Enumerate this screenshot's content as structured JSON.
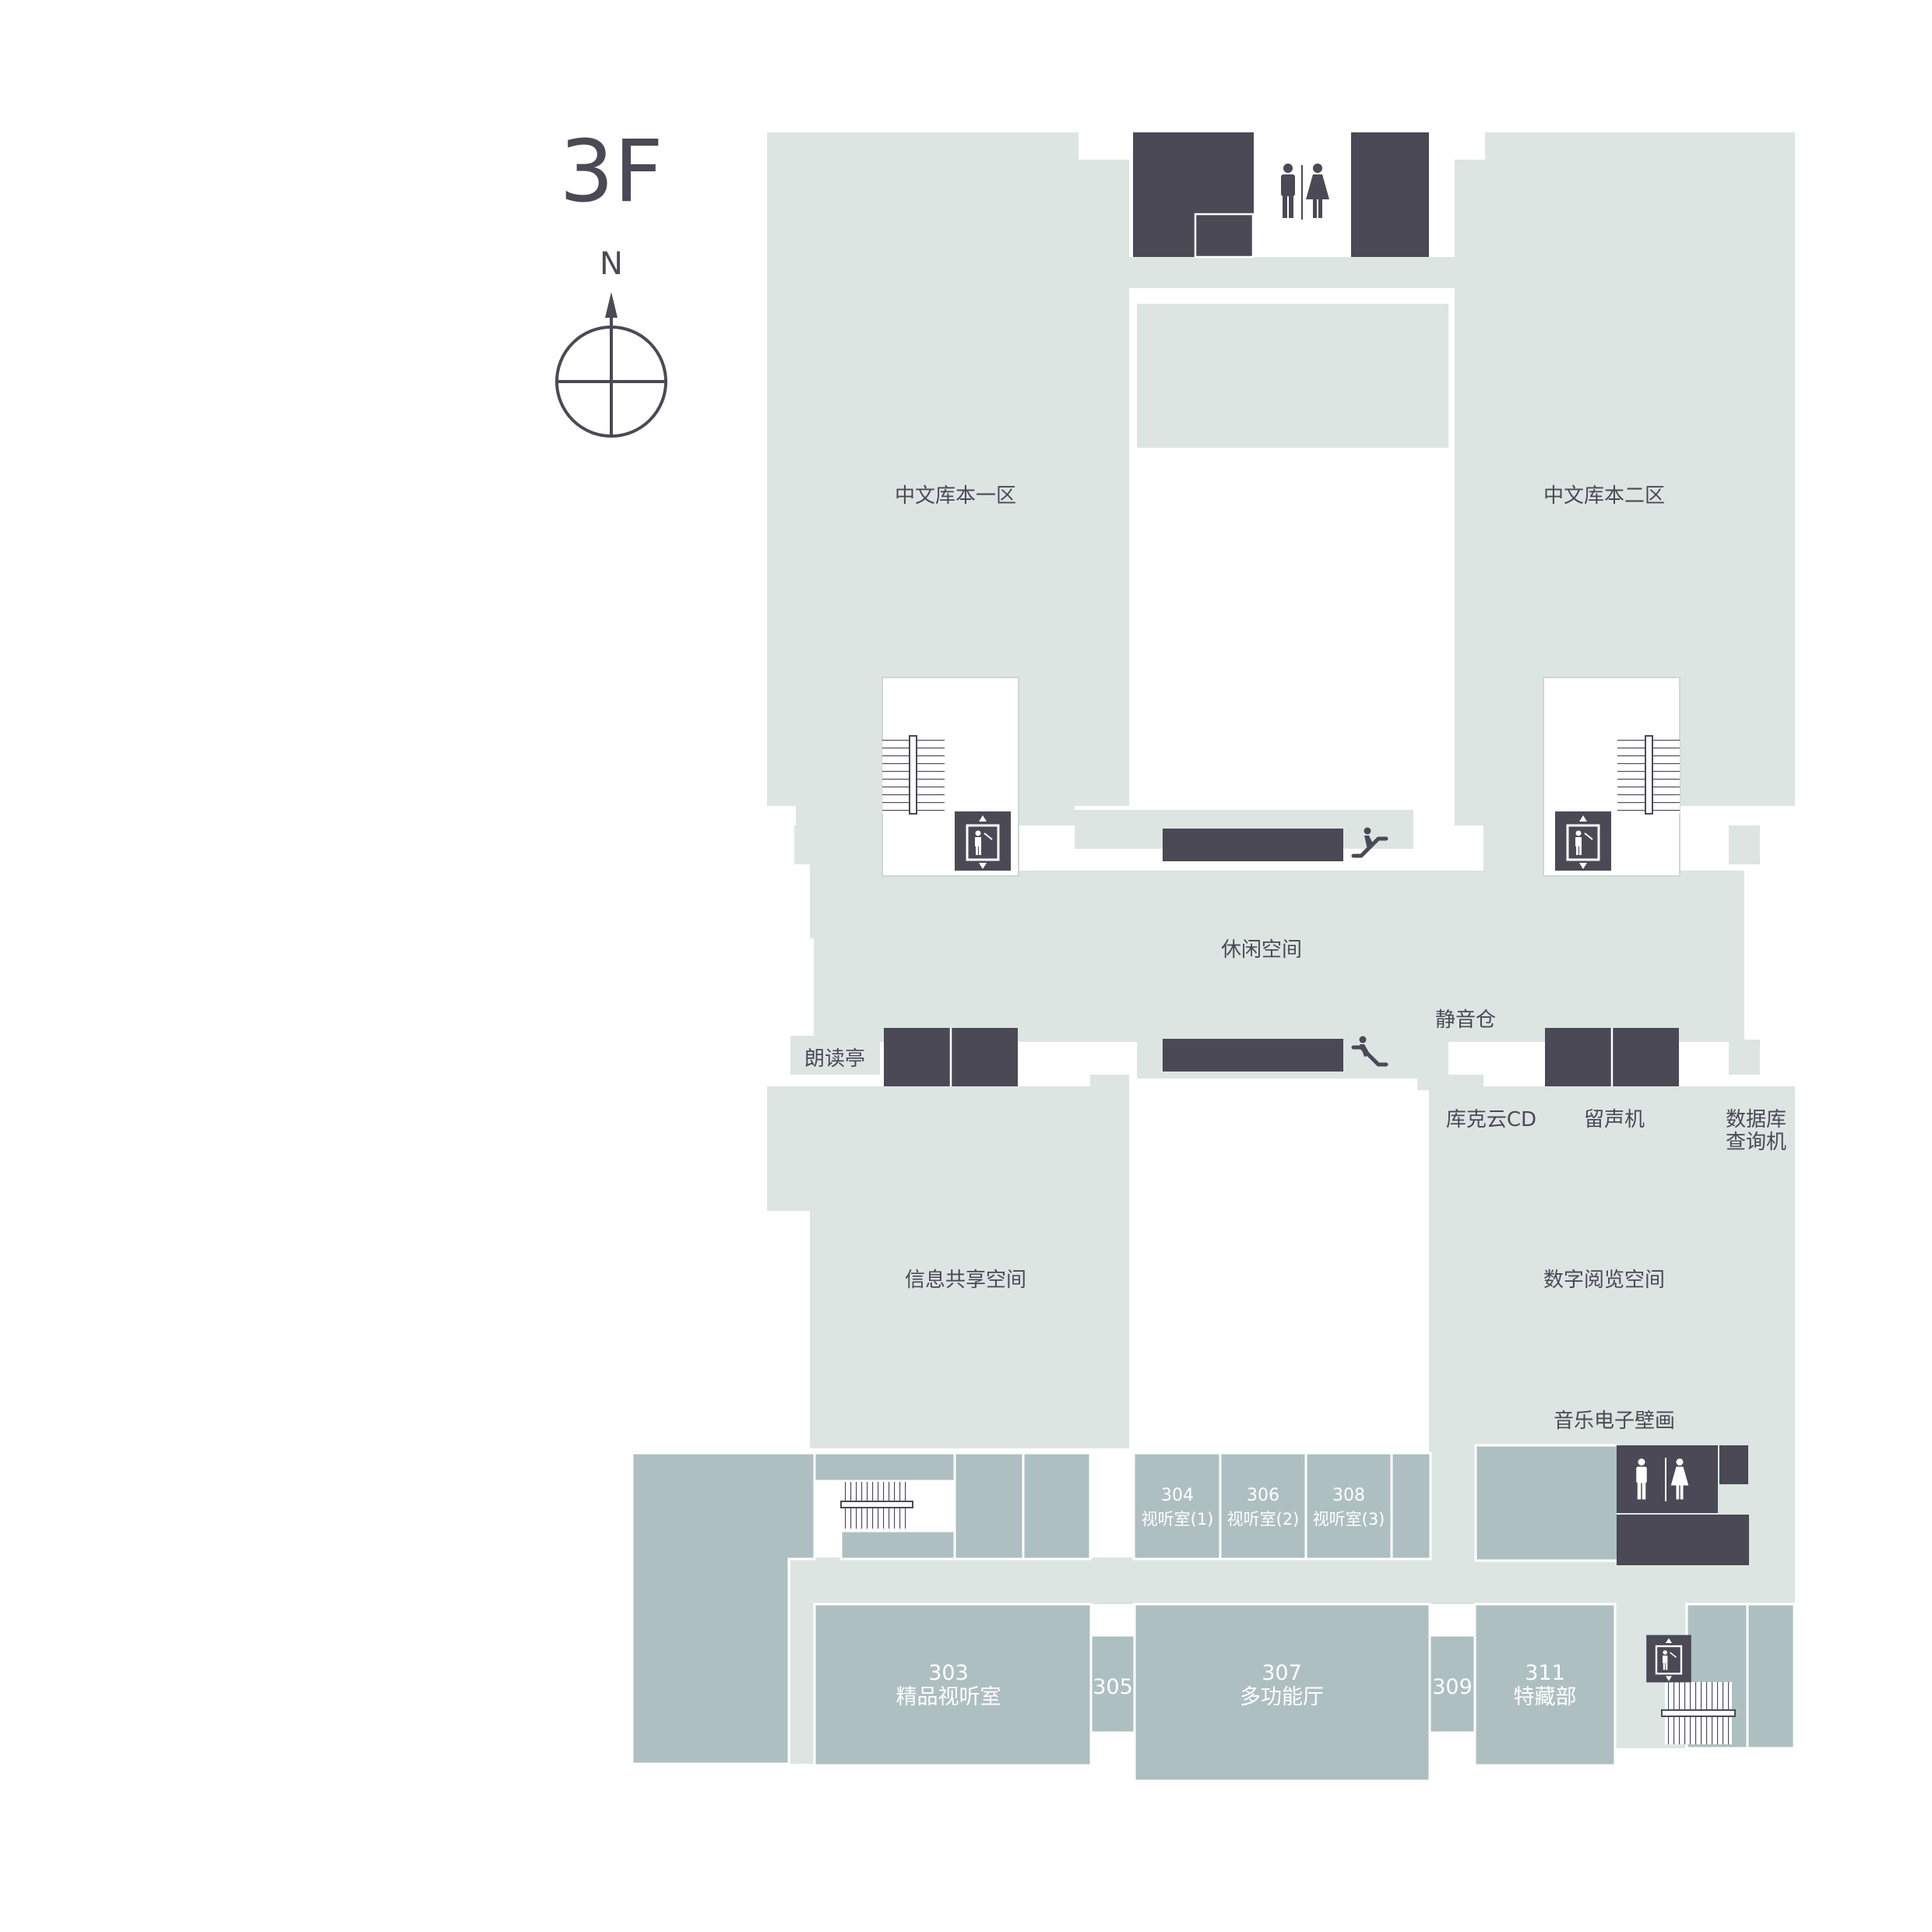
{
  "floor": "3F",
  "compass": {
    "north": "N"
  },
  "colors": {
    "open_area": "#dde5e3",
    "room": "#aebfc1",
    "facility": "#4a4955",
    "text": "#4a4955",
    "room_text": "#ffffff",
    "background": "#ffffff"
  },
  "icons": {
    "restroom": "restroom-icon",
    "elevator": "elevator-icon",
    "escalator_up": "escalator-up-icon",
    "escalator_down": "escalator-down-icon",
    "stairs": "stairs-icon"
  },
  "areas": {
    "zhongwen_1": "中文库本一区",
    "zhongwen_2": "中文库本二区",
    "leisure": "休闲空间",
    "silent_pod": "静音仓",
    "reading_booth": "朗读亭",
    "kuke_cd": "库克云CD",
    "voice_recorder": "留声机",
    "database_kiosk_line1": "数据库",
    "database_kiosk_line2": "查询机",
    "info_commons": "信息共享空间",
    "digital_reading": "数字阅览空间",
    "music_mural": "音乐电子壁画"
  },
  "rooms": {
    "r303": {
      "number": "303",
      "name": "精品视听室"
    },
    "r304": {
      "number": "304",
      "name": "视听室(1)"
    },
    "r305": {
      "number": "305"
    },
    "r306": {
      "number": "306",
      "name": "视听室(2)"
    },
    "r307": {
      "number": "307",
      "name": "多功能厅"
    },
    "r308": {
      "number": "308",
      "name": "视听室(3)"
    },
    "r309": {
      "number": "309"
    },
    "r311": {
      "number": "311",
      "name": "特藏部"
    }
  }
}
